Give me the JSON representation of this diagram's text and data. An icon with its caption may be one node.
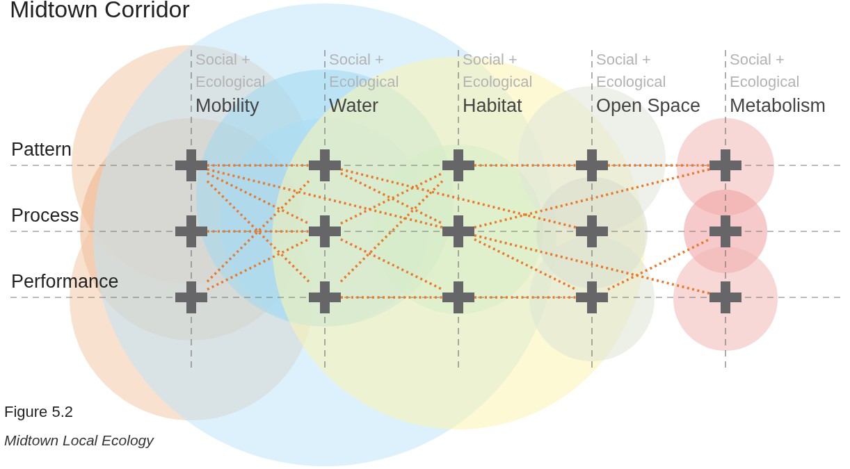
{
  "diagram": {
    "title": "Midtown Corridor",
    "caption": "Figure 5.2",
    "nodes": [
      {
        "text": [],
        "shape": "cross"
      },
      {
        "text": [],
        "shape": "cross"
      },
      {
        "text": [],
        "shape": "cross"
      },
      {
        "text": [],
        "shape": "cross"
      },
      {
        "text": [],
        "shape": "cross"
      },
      {
        "text": [],
        "shape": "cross"
      },
      {
        "text": [],
        "shape": "cross"
      },
      {
        "text": [],
        "shape": "cross"
      },
      {
        "text": [],
        "shape": "cross"
      },
      {
        "text": [],
        "shape": "cross"
      },
      {
        "text": [],
        "shape": "cross"
      },
      {
        "text": [],
        "shape": "cross"
      },
      {
        "text": [],
        "shape": "cross"
      },
      {
        "text": [],
        "shape": "cross"
      },
      {
        "text": [],
        "shape": "cross"
      }
    ],
    "edges": [
      {
        "from": 0,
        "to": 1,
        "arrow": "none",
        "style": "dashed"
      },
      {
        "from": 0,
        "to": 6,
        "arrow": "none",
        "style": "dashed"
      },
      {
        "from": 6,
        "to": 12,
        "arrow": "none",
        "style": "dashed"
      },
      {
        "from": 0,
        "to": 11,
        "arrow": "none",
        "style": "dashed"
      },
      {
        "from": 0,
        "to": 7,
        "arrow": "none",
        "style": "dashed"
      },
      {
        "from": 7,
        "to": 14,
        "arrow": "none",
        "style": "dashed"
      },
      {
        "from": 1,
        "to": 8,
        "arrow": "none",
        "style": "dashed"
      },
      {
        "from": 1,
        "to": 7,
        "arrow": "none",
        "style": "dashed"
      },
      {
        "from": 7,
        "to": 13,
        "arrow": "none",
        "style": "dashed"
      },
      {
        "from": 2,
        "to": 3,
        "arrow": "none",
        "style": "dashed"
      },
      {
        "from": 3,
        "to": 4,
        "arrow": "none",
        "style": "dashed"
      },
      {
        "from": 5,
        "to": 6,
        "arrow": "none",
        "style": "dashed"
      },
      {
        "from": 10,
        "to": 1,
        "arrow": "none",
        "style": "dashed"
      },
      {
        "from": 10,
        "to": 6,
        "arrow": "none",
        "style": "dashed"
      },
      {
        "from": 6,
        "to": 2,
        "arrow": "none",
        "style": "dashed"
      },
      {
        "from": 7,
        "to": 4,
        "arrow": "none",
        "style": "dashed"
      },
      {
        "from": 11,
        "to": 2,
        "arrow": "none",
        "style": "dashed"
      },
      {
        "from": 11,
        "to": 12,
        "arrow": "none",
        "style": "dashed"
      },
      {
        "from": 12,
        "to": 13,
        "arrow": "none",
        "style": "dashed"
      },
      {
        "from": 13,
        "to": 9,
        "arrow": "none",
        "style": "dashed"
      }
    ],
    "labels": [
      "Social + Ecological",
      "Mobility",
      "Social + Ecological",
      "Water",
      "Social + Ecological",
      "Habitat",
      "Social + Ecological",
      "Open Space",
      "Social + Ecological",
      "Metabolism",
      "Pattern",
      "Process",
      "Performance",
      "Midtown Local Ecology"
    ]
  }
}
